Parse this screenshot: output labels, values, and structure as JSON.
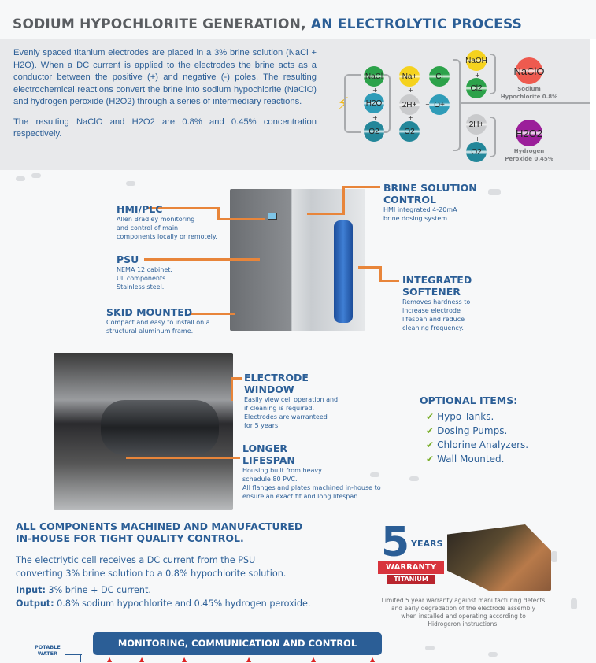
{
  "header": {
    "title_gray": "SODIUM HYPOCHLORITE GENERATION,",
    "title_blue": " AN ELECTROLYTIC PROCESS"
  },
  "intro": {
    "p1": "Evenly spaced titanium electrodes are placed in a 3% brine solution (NaCl + H2O).  When a DC current is applied to the electrodes the brine acts as a conductor between the positive (+) and negative (-) poles. The resulting electrochemical reactions convert the brine into sodium hypochlorite (NaClO) and hydrogen peroxide (H2O2) through a series of intermediary reactions.",
    "p2": "The resulting NaClO and H2O2 are 0.8% and 0.45% concentration respectively."
  },
  "diagram": {
    "col1": [
      "NaCl",
      "H2O",
      "O2"
    ],
    "col2": [
      "Na+",
      "2H+",
      "O2"
    ],
    "col3": [
      "Cl",
      "O+"
    ],
    "col4": [
      "NaOH",
      "Cl2",
      "2H+",
      "O2"
    ],
    "plus": "+",
    "product1": {
      "formula": "NaClO",
      "name": "Sodium",
      "conc": "Hypochlorite 0.8%"
    },
    "product2": {
      "formula": "H2O2",
      "name": "Hydrogen",
      "conc": "Peroxide 0.45%"
    },
    "colors": {
      "green": "#2ca24a",
      "teal": "#2f9cb8",
      "darkteal": "#23879a",
      "yellow": "#f5d21e",
      "gray": "#c9cacc",
      "red": "#ee5a4f",
      "purple": "#9b1f9a"
    }
  },
  "callouts": {
    "hmi": {
      "title": "HMI/PLC",
      "desc": [
        "Allen Bradley monitoring",
        "and control of main",
        "components locally or remotely."
      ]
    },
    "psu": {
      "title": "PSU",
      "desc": [
        "NEMA 12 cabinet.",
        "UL components.",
        "Stainless steel."
      ]
    },
    "skid": {
      "title": "SKID MOUNTED",
      "desc": [
        "Compact and easy to install on a",
        "structural aluminum frame."
      ]
    },
    "brine": {
      "title": [
        "BRINE SOLUTION",
        "CONTROL"
      ],
      "desc": [
        "HMI integrated 4-20mA",
        "brine dosing system."
      ]
    },
    "softener": {
      "title": [
        "INTEGRATED",
        "SOFTENER"
      ],
      "desc": [
        "Removes hardness to",
        "increase electrode",
        "lifespan and reduce",
        "cleaning frequency."
      ]
    },
    "electrode": {
      "title": [
        "ELECTRODE",
        "WINDOW"
      ],
      "desc": [
        "Easily view cell operation and",
        "if cleaning is required.",
        "Electrodes are warranteed",
        "for 5 years."
      ]
    },
    "lifespan": {
      "title": [
        "LONGER",
        "LIFESPAN"
      ],
      "desc": [
        "Housing built from heavy",
        "schedule 80 PVC.",
        "All flanges and plates machined in-house to",
        "ensure an exact fit and long lifespan."
      ]
    }
  },
  "optional": {
    "title": "OPTIONAL ITEMS:",
    "items": [
      "Hypo Tanks.",
      "Dosing Pumps.",
      "Chlorine Analyzers.",
      "Wall Mounted."
    ]
  },
  "components": {
    "title": [
      "ALL COMPONENTS MACHINED AND MANUFACTURED",
      "IN-HOUSE FOR TIGHT QUALITY CONTROL."
    ],
    "desc": [
      "The electrlytic cell receives a DC current from the PSU",
      "converting 3% brine solution to a 0.8% hypochlorite solution."
    ],
    "input_label": "Input:",
    "input": " 3% brine + DC current.",
    "output_label": "Output:",
    "output": " 0.8% sodium hypochlorite and 0.45% hydrogen peroxide."
  },
  "warranty": {
    "number": "5",
    "years": "YEARS",
    "ribbon": "WARRANTY",
    "material": "TITANIUM",
    "text": [
      "Limited 5 year warranty against manufacturing defects",
      "and early degredation of the electrode assembly",
      "when installed and operating according to",
      "Hidrogeron instructions."
    ]
  },
  "bottom": {
    "potable": [
      "POTABLE",
      "WATER"
    ],
    "banner": "MONITORING, COMMUNICATION AND CONTROL"
  }
}
